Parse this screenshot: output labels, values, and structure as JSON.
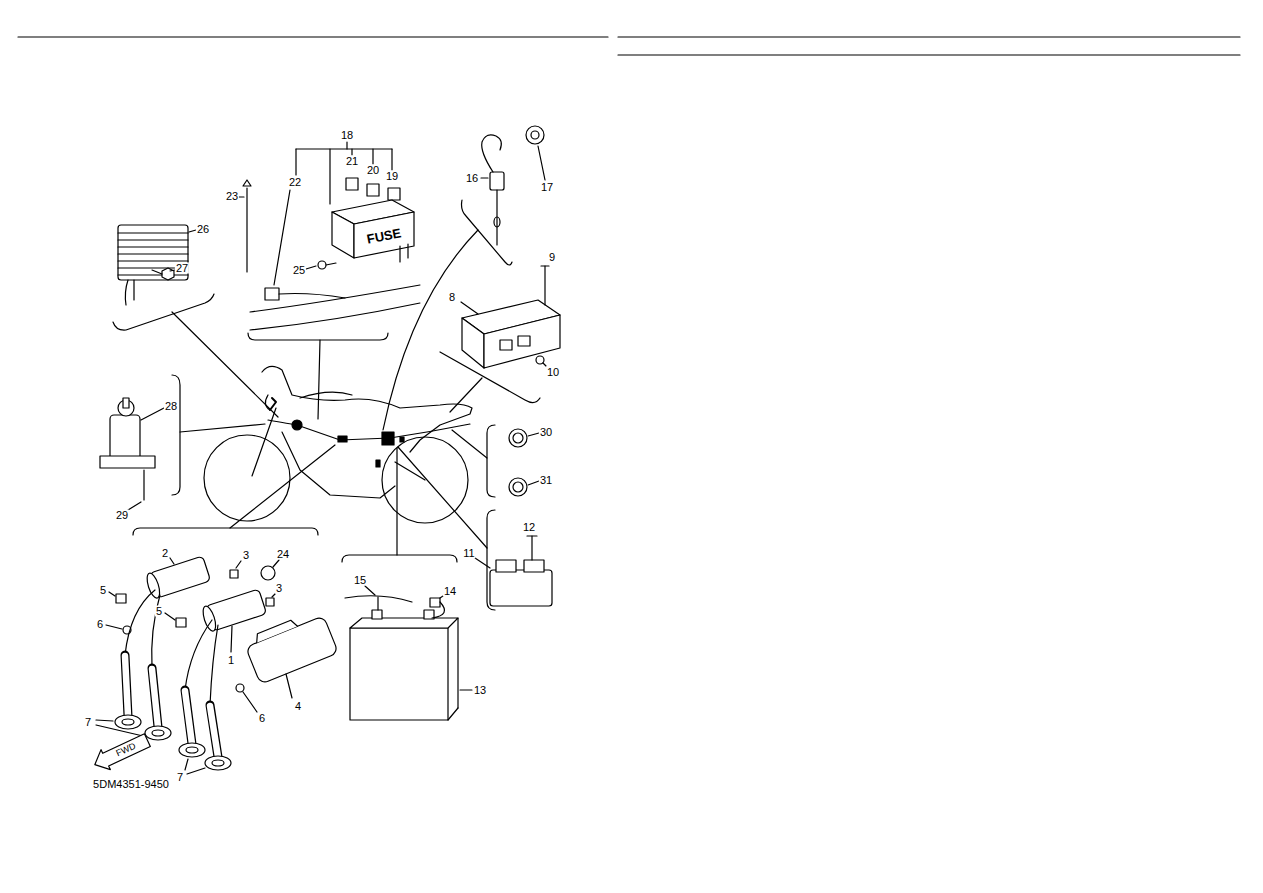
{
  "diagram": {
    "labels": [
      "18",
      "21",
      "20",
      "19",
      "22",
      "23",
      "26",
      "16",
      "17",
      "FUSE",
      "27",
      "25",
      "9",
      "8",
      "10",
      "28",
      "30",
      "31",
      "29",
      "12",
      "11",
      "2",
      "3",
      "24",
      "15",
      "14",
      "5",
      "3",
      "5",
      "6",
      "1",
      "13",
      "4",
      "6",
      "7",
      "FWD",
      "7",
      "5DM4351-9450"
    ]
  }
}
